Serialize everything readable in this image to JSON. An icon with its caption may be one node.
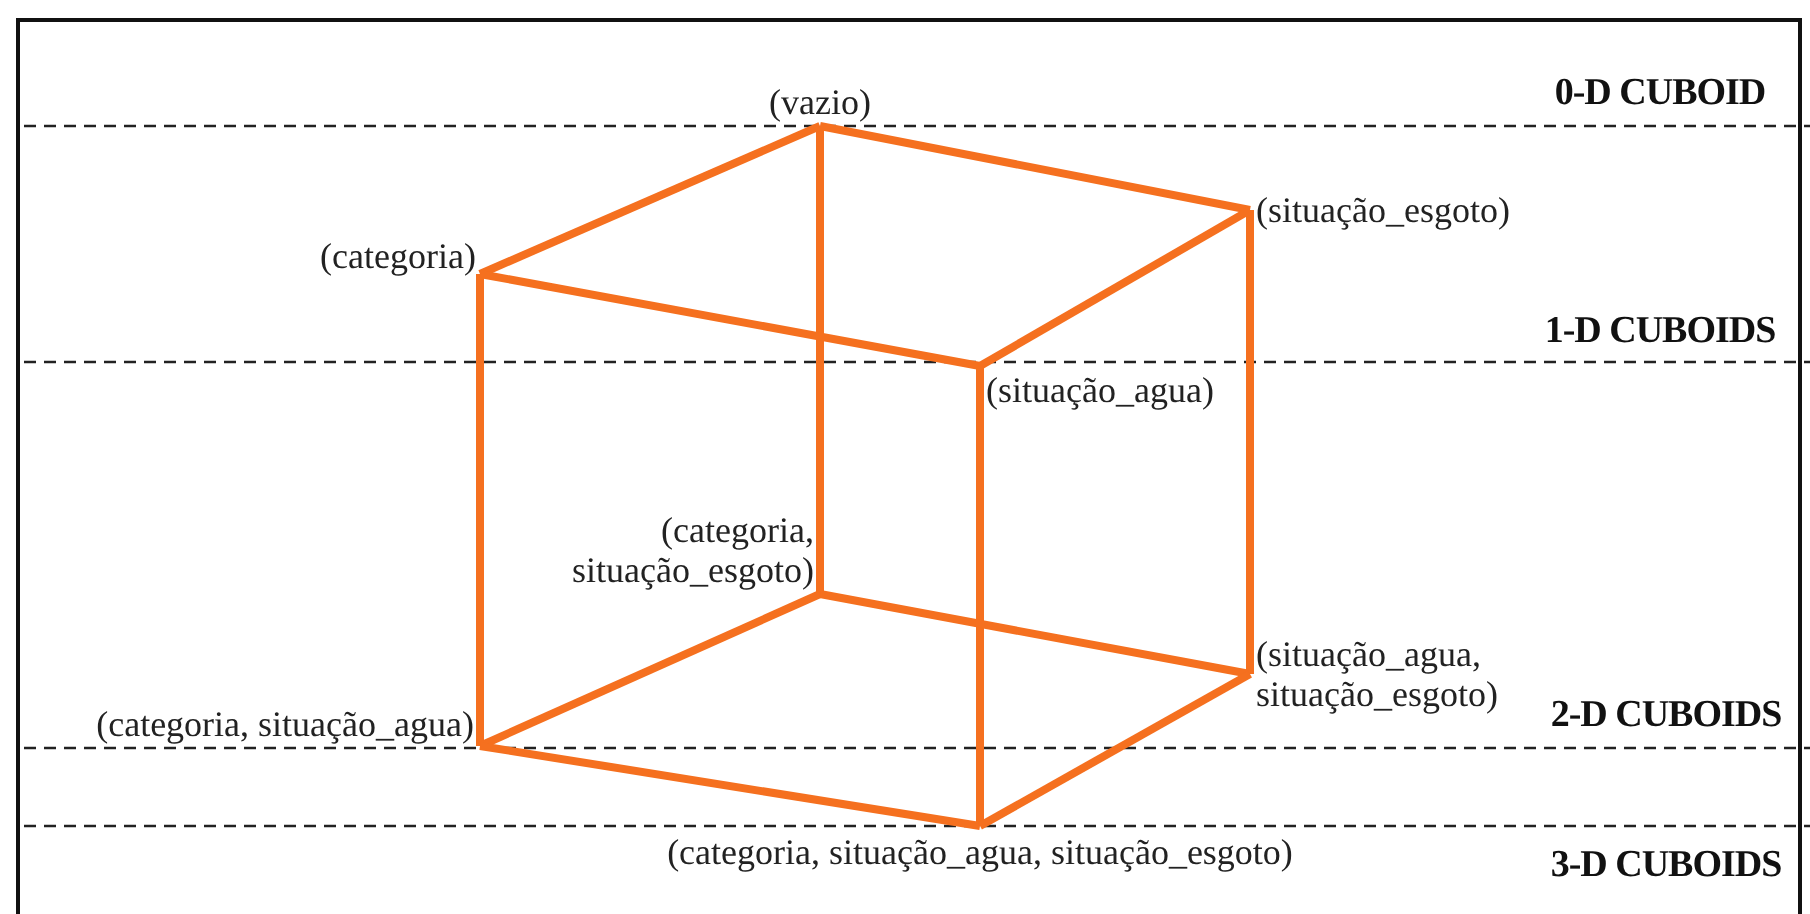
{
  "diagram": {
    "nodes": [
      {
        "text": [
          "(vazio)"
        ]
      },
      {
        "text": [
          "(categoria)"
        ]
      },
      {
        "text": [
          "(situação_esgoto)"
        ]
      },
      {
        "text": [
          "(situação_agua)"
        ]
      },
      {
        "text": [
          "(categoria, situação_esgoto)"
        ]
      },
      {
        "text": [
          "(categoria, situação_agua)"
        ]
      },
      {
        "text": [
          "(situação_agua, situação_esgoto)"
        ]
      },
      {
        "text": [
          "(categoria, situação_agua, situação_esgoto)"
        ]
      }
    ],
    "edges": [
      {
        "from": 0,
        "to": 1,
        "arrow": "none"
      },
      {
        "from": 0,
        "to": 2,
        "arrow": "none"
      },
      {
        "from": 0,
        "to": 4,
        "arrow": "none"
      },
      {
        "from": 1,
        "to": 3,
        "arrow": "none"
      },
      {
        "from": 1,
        "to": 5,
        "arrow": "none"
      },
      {
        "from": 2,
        "to": 3,
        "arrow": "none"
      },
      {
        "from": 2,
        "to": 6,
        "arrow": "none"
      },
      {
        "from": 3,
        "to": 7,
        "arrow": "none"
      },
      {
        "from": 4,
        "to": 5,
        "arrow": "none"
      },
      {
        "from": 4,
        "to": 6,
        "arrow": "none"
      },
      {
        "from": 5,
        "to": 7,
        "arrow": "none"
      },
      {
        "from": 6,
        "to": 7,
        "arrow": "none"
      }
    ],
    "labels": [
      "0-D CUBOID",
      "1-D CUBOIDS",
      "2-D CUBOIDS",
      "3-D CUBOIDS"
    ]
  }
}
